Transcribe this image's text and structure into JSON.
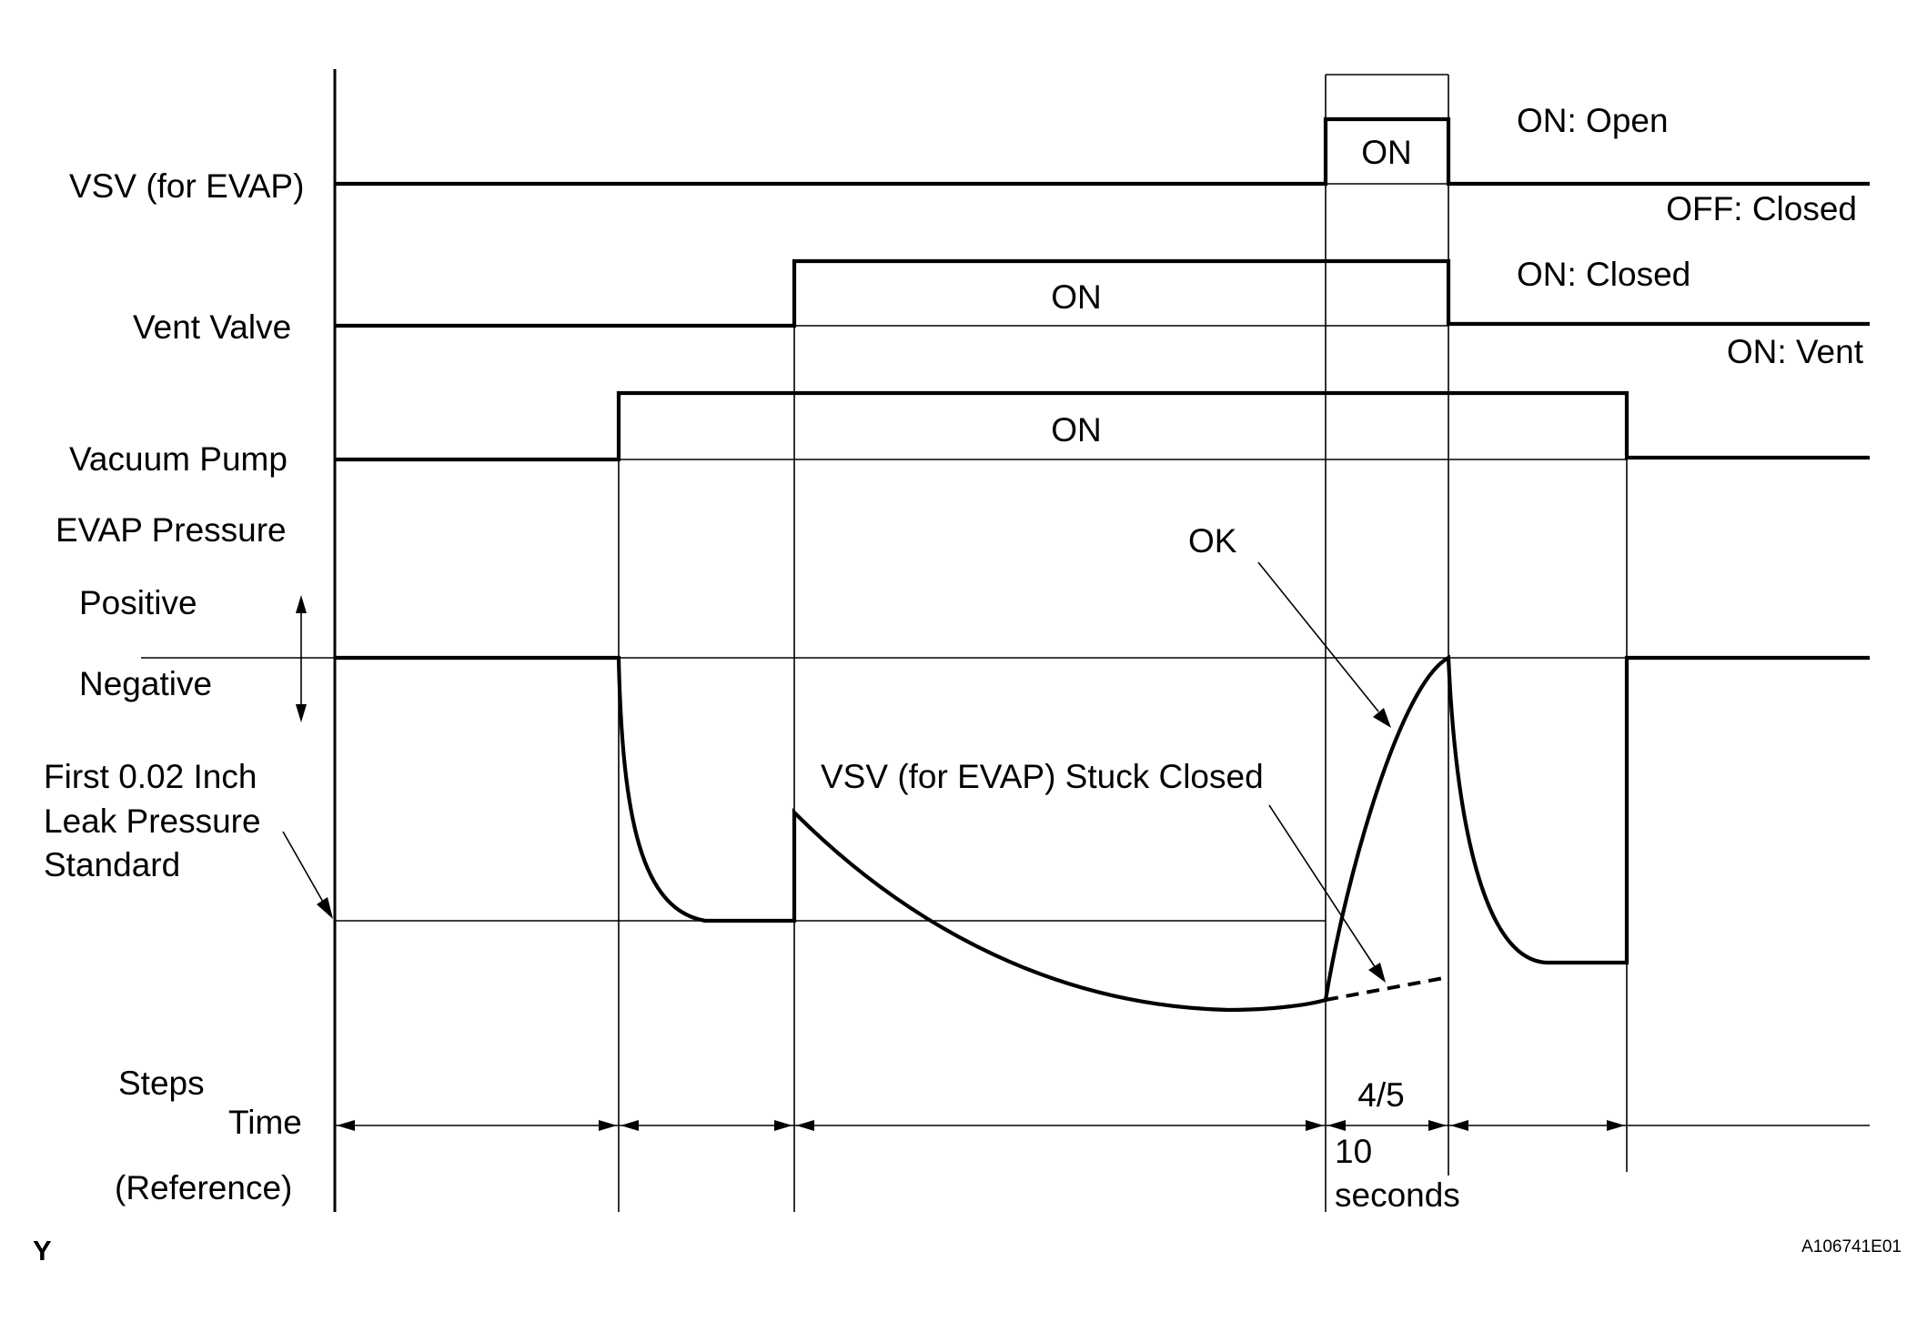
{
  "labels": {
    "vsv": "VSV (for EVAP)",
    "vent_valve": "Vent Valve",
    "vacuum_pump": "Vacuum Pump",
    "evap_pressure": "EVAP Pressure",
    "positive": "Positive",
    "negative": "Negative",
    "first_leak_line1": "First 0.02 Inch",
    "first_leak_line2": "Leak Pressure",
    "first_leak_line3": "Standard",
    "steps": "Steps",
    "time": "Time",
    "reference": "(Reference)"
  },
  "signals": {
    "vsv_on": "ON",
    "vent_on": "ON",
    "pump_on": "ON",
    "vsv_on_state": "ON: Open",
    "vsv_off_state": "OFF: Closed",
    "vent_on_state": "ON: Closed",
    "vent_off_state": "ON: Vent"
  },
  "annotations": {
    "ok": "OK",
    "stuck_closed": "VSV (for EVAP) Stuck Closed"
  },
  "timing": {
    "step": "4/5",
    "duration_line1": "10",
    "duration_line2": "seconds"
  },
  "footer": {
    "left_mark": "Y",
    "figure_id": "A106741E01"
  }
}
